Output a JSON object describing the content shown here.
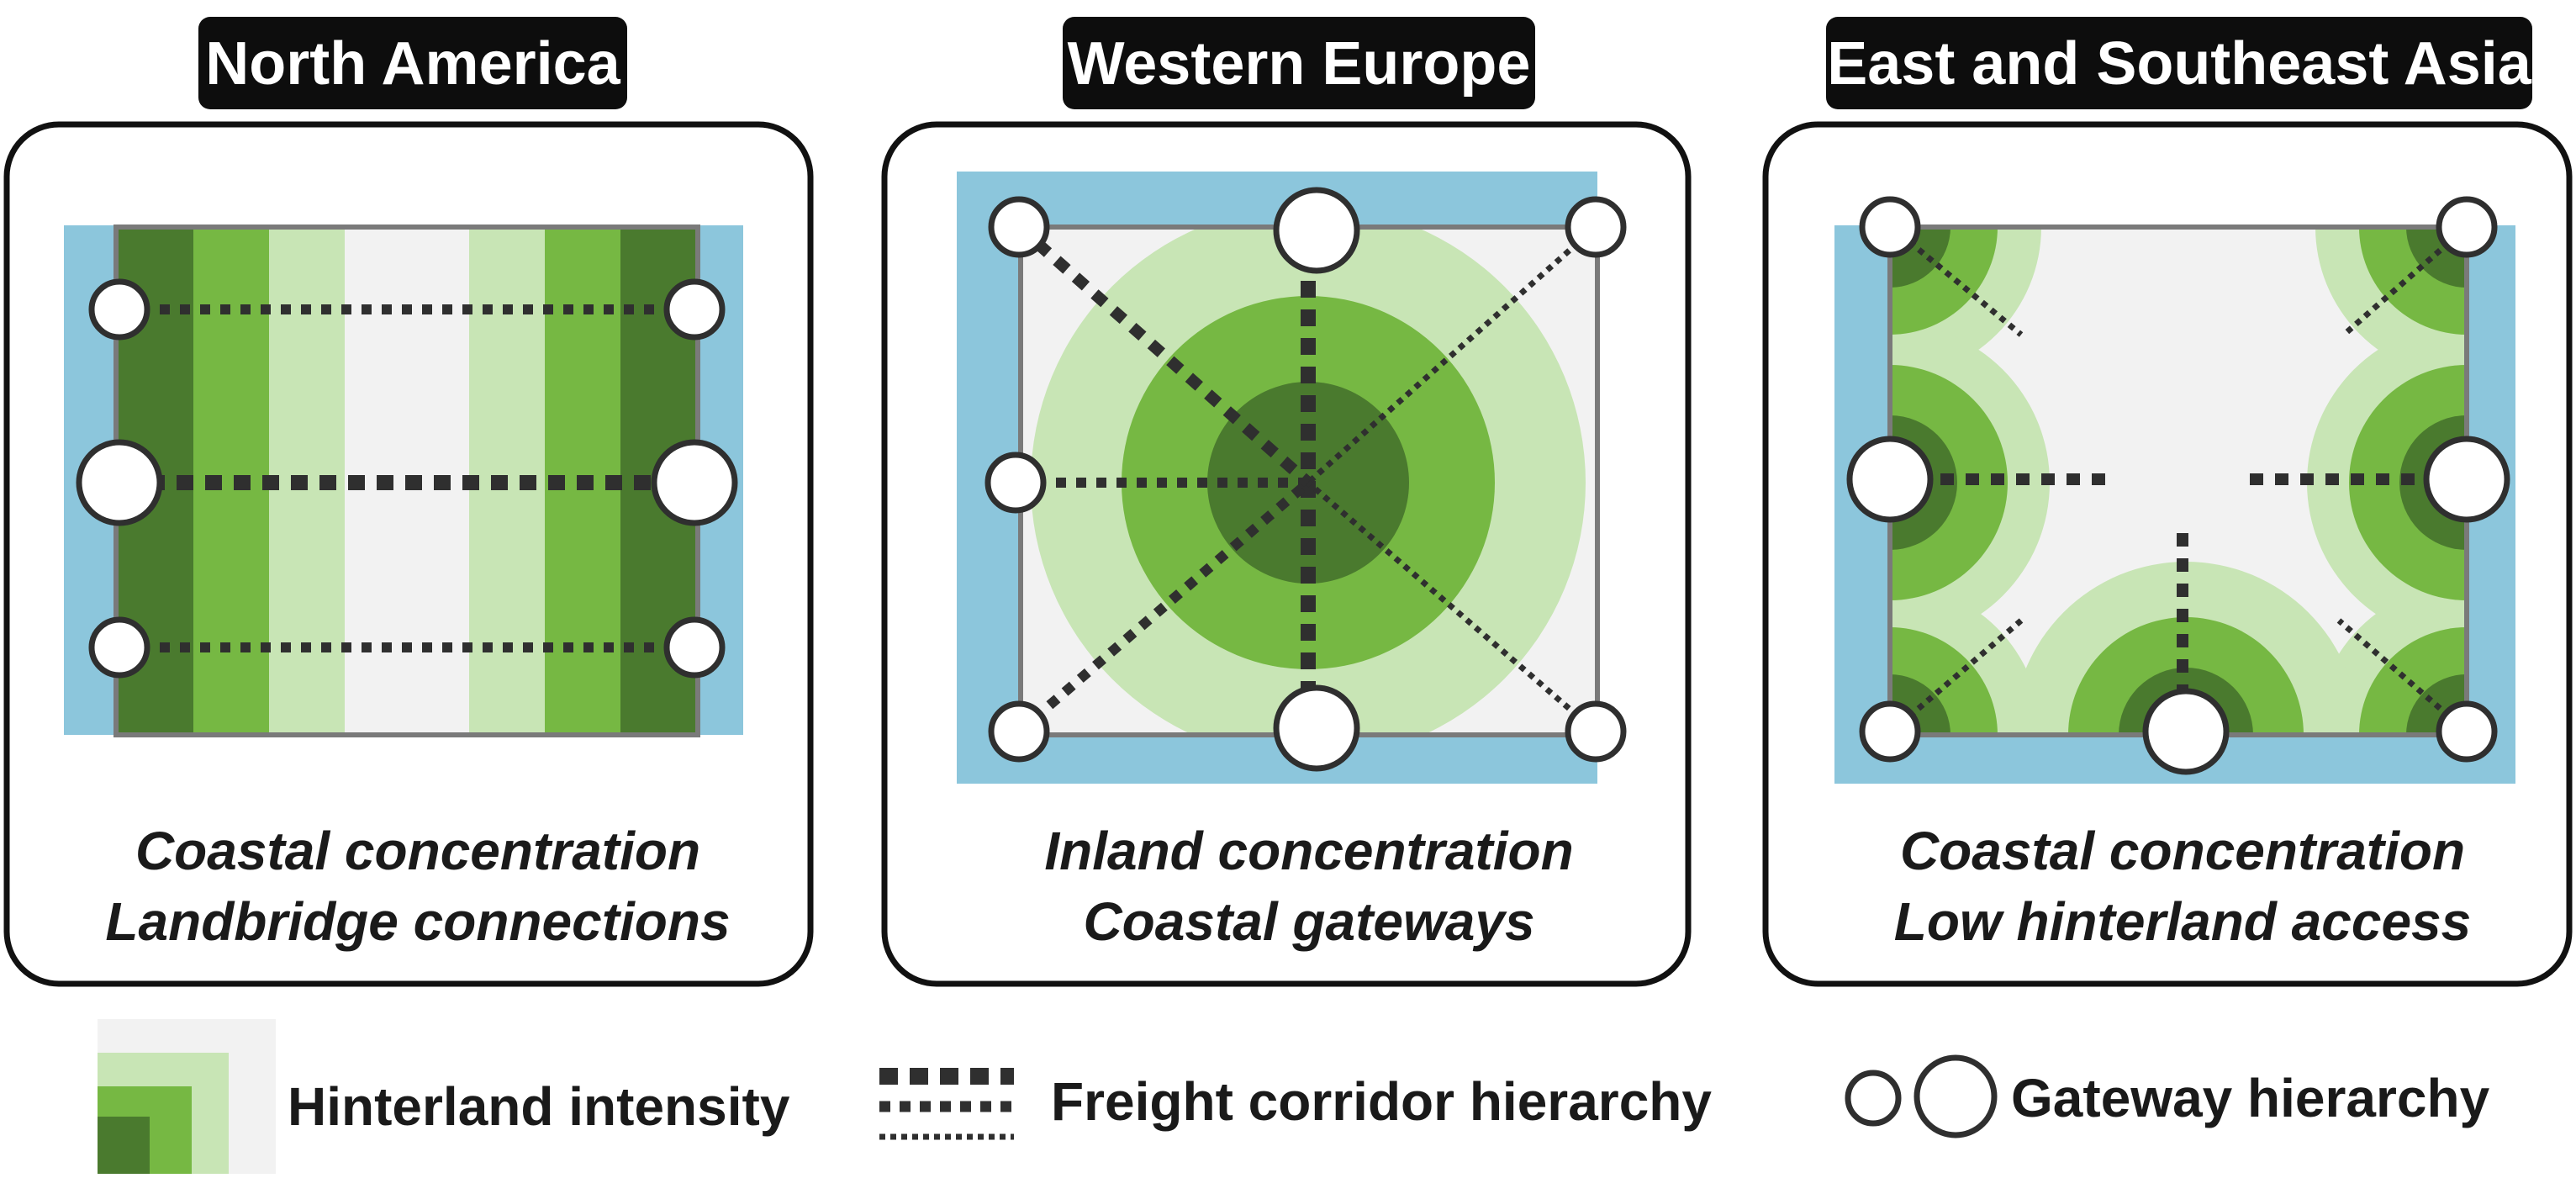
{
  "colors": {
    "water": "#8cc6dc",
    "land": "#f2f2f2",
    "green_dark": "#4a7a2e",
    "green_mid": "#76b843",
    "green_light": "#c8e5b5",
    "border": "#7a7a7a",
    "ink": "#2f2f2f",
    "title_bg": "#0d0d0d"
  },
  "panels": [
    {
      "id": "north-america",
      "title": "North America",
      "caption_line1": "Coastal concentration",
      "caption_line2": "Landbridge connections"
    },
    {
      "id": "western-europe",
      "title": "Western Europe",
      "caption_line1": "Inland concentration",
      "caption_line2": "Coastal gateways"
    },
    {
      "id": "east-southeast-asia",
      "title": "East and Southeast Asia",
      "caption_line1": "Coastal concentration",
      "caption_line2": "Low hinterland access"
    }
  ],
  "legend": {
    "hinterland": "Hinterland intensity",
    "corridor": "Freight corridor hierarchy",
    "gateway": "Gateway hierarchy"
  }
}
